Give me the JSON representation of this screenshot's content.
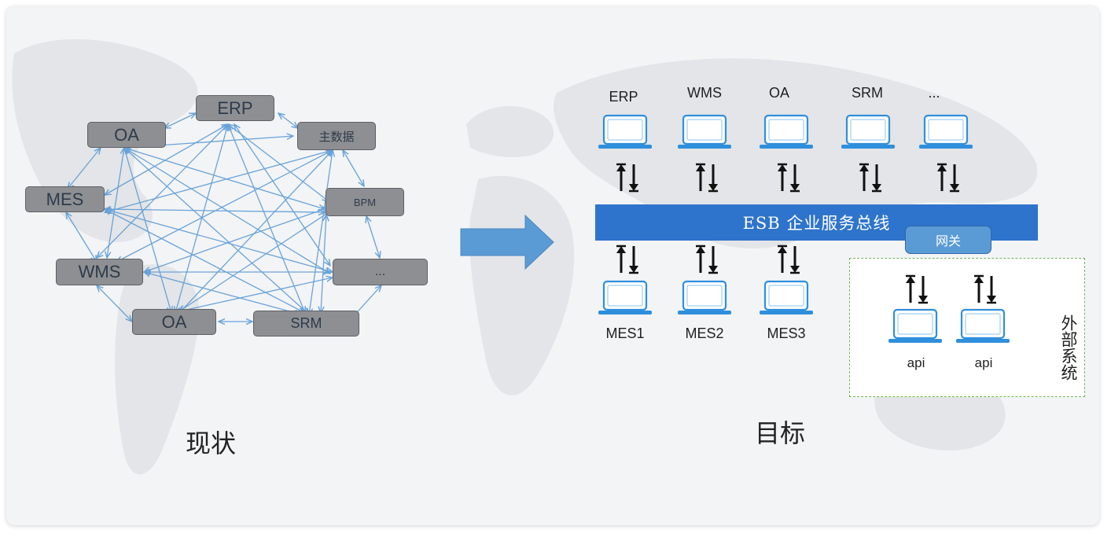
{
  "current": {
    "caption": "现状",
    "nodes": {
      "erp": "ERP",
      "oa_top": "OA",
      "master_data": "主数据",
      "mes": "MES",
      "bpm": "BPM",
      "wms": "WMS",
      "more": "...",
      "oa_bottom": "OA",
      "srm": "SRM"
    }
  },
  "target": {
    "caption": "目标",
    "top_systems": [
      "ERP",
      "WMS",
      "OA",
      "SRM",
      "..."
    ],
    "bus_label": "ESB  企业服务总线",
    "gateway_label": "网关",
    "bottom_systems": [
      "MES1",
      "MES2",
      "MES3"
    ],
    "external": {
      "title": "外部系统",
      "apis": [
        "api",
        "api"
      ]
    }
  },
  "colors": {
    "node_fill": "#8d8f93",
    "node_text": "#2f3b4a",
    "link": "#5b9bd5",
    "bus": "#2e74cc",
    "gateway": "#5b9bd5",
    "laptop": "#2f8fdc",
    "external_border": "#72b55a"
  },
  "icons": {
    "computer": "laptop-icon",
    "exchange": "bidirectional-arrow-icon",
    "transition": "right-arrow-icon"
  }
}
